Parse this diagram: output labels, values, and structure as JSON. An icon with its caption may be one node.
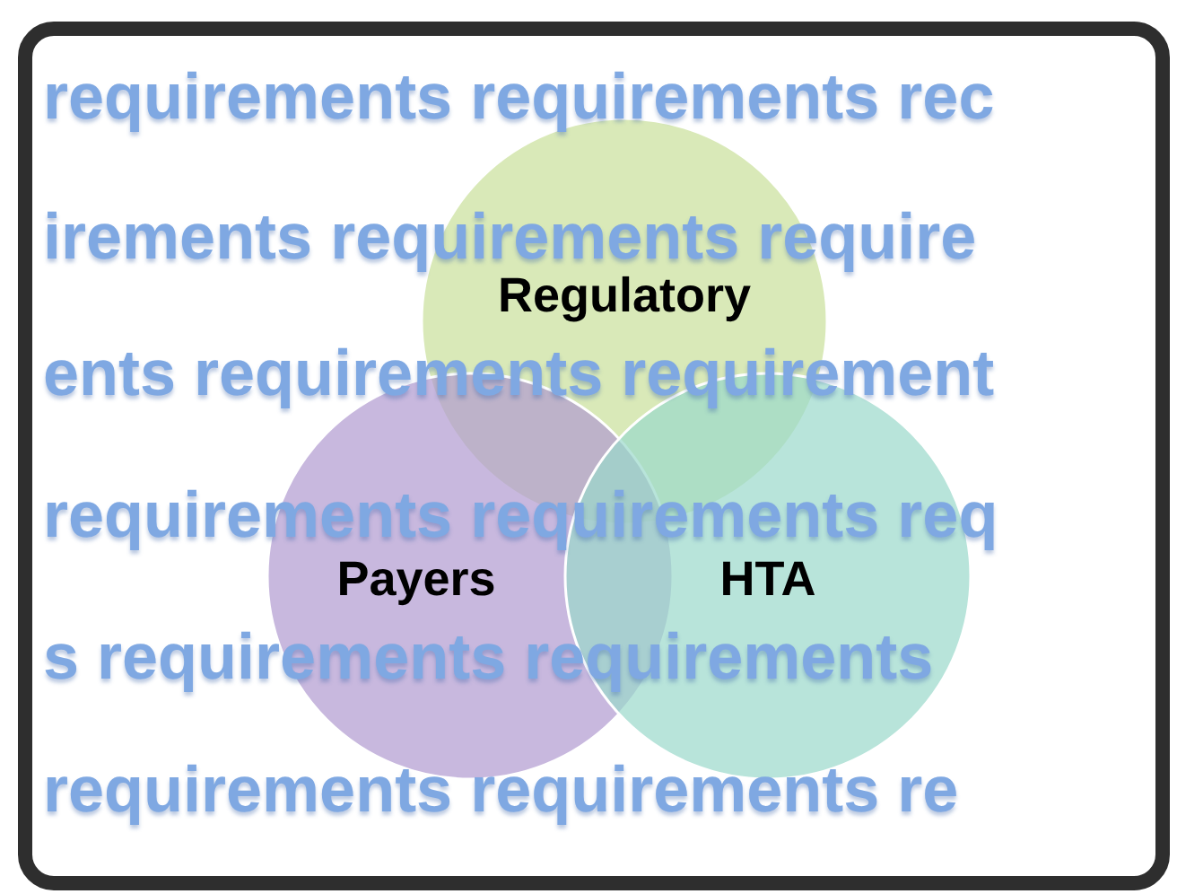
{
  "diagram": {
    "nodes": [
      {
        "text": [
          "Regulatory"
        ]
      },
      {
        "text": [
          "Payers"
        ]
      },
      {
        "text": [
          "HTA"
        ]
      }
    ],
    "labels": [
      "requirements requirements rec",
      "irements requirements require",
      "ents requirements requirement",
      "requirements requirements req",
      "s requirements requirements",
      "requirements requirements re"
    ]
  }
}
